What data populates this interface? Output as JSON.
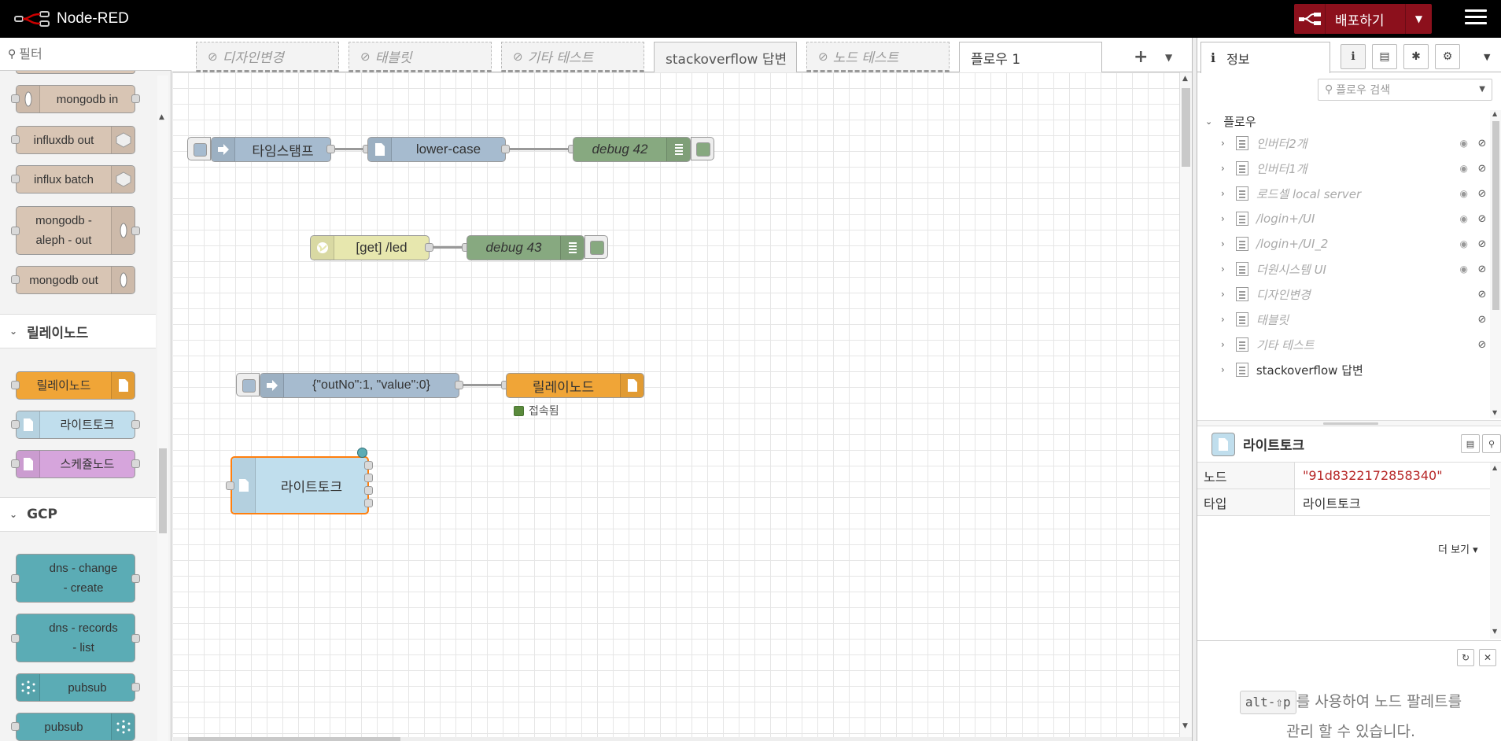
{
  "header": {
    "title": "Node-RED",
    "deploy_label": "배포하기"
  },
  "palette": {
    "filter_placeholder": "필터",
    "categories": [
      {
        "label": "릴레이노드"
      },
      {
        "label": "GCP"
      }
    ],
    "nodes": [
      {
        "label": "mongodb in",
        "color": "#d8c5b4"
      },
      {
        "label": "influxdb out",
        "color": "#d8c5b4"
      },
      {
        "label": "influx batch",
        "color": "#d8c5b4"
      },
      {
        "label": "mongodb - aleph - out",
        "line1": "mongodb -",
        "line2": "aleph - out",
        "color": "#d8c5b4"
      },
      {
        "label": "mongodb out",
        "color": "#d8c5b4"
      },
      {
        "label": "릴레이노드",
        "color": "#f0a537"
      },
      {
        "label": "라이트토크",
        "color": "#c0deed"
      },
      {
        "label": "스케쥴노드",
        "color": "#d6a5dc"
      },
      {
        "label": "dns - change - create",
        "line1": "dns - change",
        "line2": "- create",
        "color": "#5bacb5"
      },
      {
        "label": "dns - records - list",
        "line1": "dns - records",
        "line2": "- list",
        "color": "#5bacb5"
      },
      {
        "label": "pubsub",
        "color": "#5bacb5"
      },
      {
        "label": "pubsub",
        "color": "#5bacb5"
      }
    ]
  },
  "tabs": [
    {
      "label": "디자인변경",
      "state": "disabled"
    },
    {
      "label": "태블릿",
      "state": "disabled"
    },
    {
      "label": "기타 테스트",
      "state": "disabled"
    },
    {
      "label": "stackoverflow 답변",
      "state": "normal"
    },
    {
      "label": "노드 테스트",
      "state": "disabled"
    },
    {
      "label": "플로우 1",
      "state": "active"
    }
  ],
  "workspace": {
    "nodes": [
      {
        "id": "inject1",
        "label": "타임스탬프",
        "color": "#a6bbcf"
      },
      {
        "id": "lower",
        "label": "lower-case",
        "color": "#a6bbcf"
      },
      {
        "id": "debug42",
        "label": "debug 42",
        "color": "#87a980"
      },
      {
        "id": "httpin",
        "label": "[get] /led",
        "color": "#e7e7ae"
      },
      {
        "id": "debug43",
        "label": "debug 43",
        "color": "#87a980"
      },
      {
        "id": "inject2",
        "label": "{\"outNo\":1, \"value\":0}",
        "color": "#a6bbcf"
      },
      {
        "id": "relay",
        "label": "릴레이노드",
        "color": "#f0a537"
      },
      {
        "id": "lighttalk",
        "label": "라이트토크",
        "color": "#c0deed"
      }
    ],
    "relay_status": "접속됨",
    "status_color": "#5a8a3c"
  },
  "sidebar": {
    "info_tab_label": "정보",
    "flow_search_placeholder": "플로우 검색",
    "tree_root": "플로우",
    "flows": [
      {
        "name": "인버터2개",
        "enabled": false,
        "hidden": true
      },
      {
        "name": "인버터1개",
        "enabled": false,
        "hidden": true
      },
      {
        "name": "로드셀 local server",
        "enabled": false,
        "hidden": true
      },
      {
        "name": "/login+/UI",
        "enabled": false,
        "hidden": true
      },
      {
        "name": "/login+/UI_2",
        "enabled": false,
        "hidden": true
      },
      {
        "name": "더원시스템 UI",
        "enabled": false,
        "hidden": true
      },
      {
        "name": "디자인변경",
        "enabled": false,
        "hidden": false
      },
      {
        "name": "태블릿",
        "enabled": false,
        "hidden": false
      },
      {
        "name": "기타 테스트",
        "enabled": false,
        "hidden": false
      },
      {
        "name": "stackoverflow 답변",
        "enabled": true,
        "hidden": false
      }
    ],
    "node_info": {
      "title": "라이트토크",
      "rows": [
        {
          "key": "노드",
          "value": "\"91d8322172858340\"",
          "type": "string"
        },
        {
          "key": "타입",
          "value": "라이트토크",
          "type": "text"
        }
      ],
      "more_label": "더 보기"
    },
    "tips": {
      "shortcut": "alt-⇧p",
      "text_after_shortcut": "를 사용하여 노드 팔레트를",
      "text_line2": "관리 할 수 있습니다."
    }
  }
}
